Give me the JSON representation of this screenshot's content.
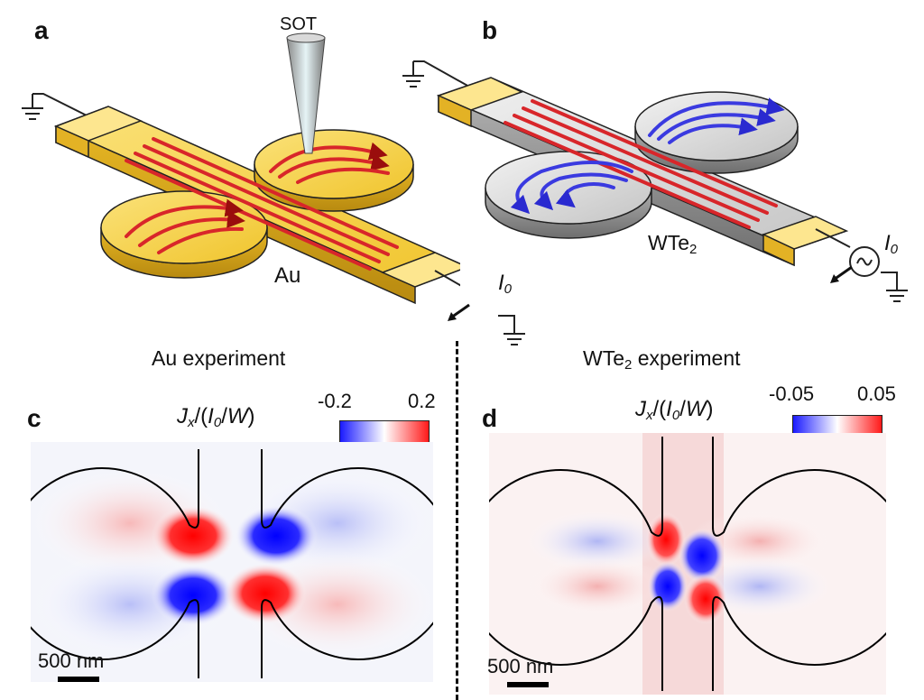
{
  "panels": {
    "a": {
      "letter": "a",
      "probe_label": "SOT",
      "material_label": "Au",
      "current_label": "I",
      "current_sub": "0"
    },
    "b": {
      "letter": "b",
      "material_label": "WTe",
      "material_sub": "2",
      "current_label": "I",
      "current_sub": "0"
    },
    "c": {
      "letter": "c",
      "title": "Au experiment",
      "quantity_prefix": "J",
      "quantity_sub": "x",
      "quantity_mid": "/(",
      "quantity_I": "I",
      "quantity_I_sub": "0",
      "quantity_slash": "/",
      "quantity_W": "W",
      "quantity_end": ")",
      "colorbar_min": "-0.2",
      "colorbar_max": "0.2",
      "scale_label": "500 nm"
    },
    "d": {
      "letter": "d",
      "title_pre": "WTe",
      "title_sub": "2",
      "title_post": " experiment",
      "quantity_prefix": "J",
      "quantity_sub": "x",
      "quantity_mid": "/(",
      "quantity_I": "I",
      "quantity_I_sub": "0",
      "quantity_slash": "/",
      "quantity_W": "W",
      "quantity_end": ")",
      "colorbar_min": "-0.05",
      "colorbar_max": "0.05",
      "scale_label": "500 nm"
    }
  },
  "colors": {
    "gold": "#f2cc33",
    "gold_dark": "#c99a12",
    "gray": "#b5b5b5",
    "gray_dark": "#7a7a7a",
    "red": "#d8262a",
    "blue": "#3a3ae0"
  }
}
